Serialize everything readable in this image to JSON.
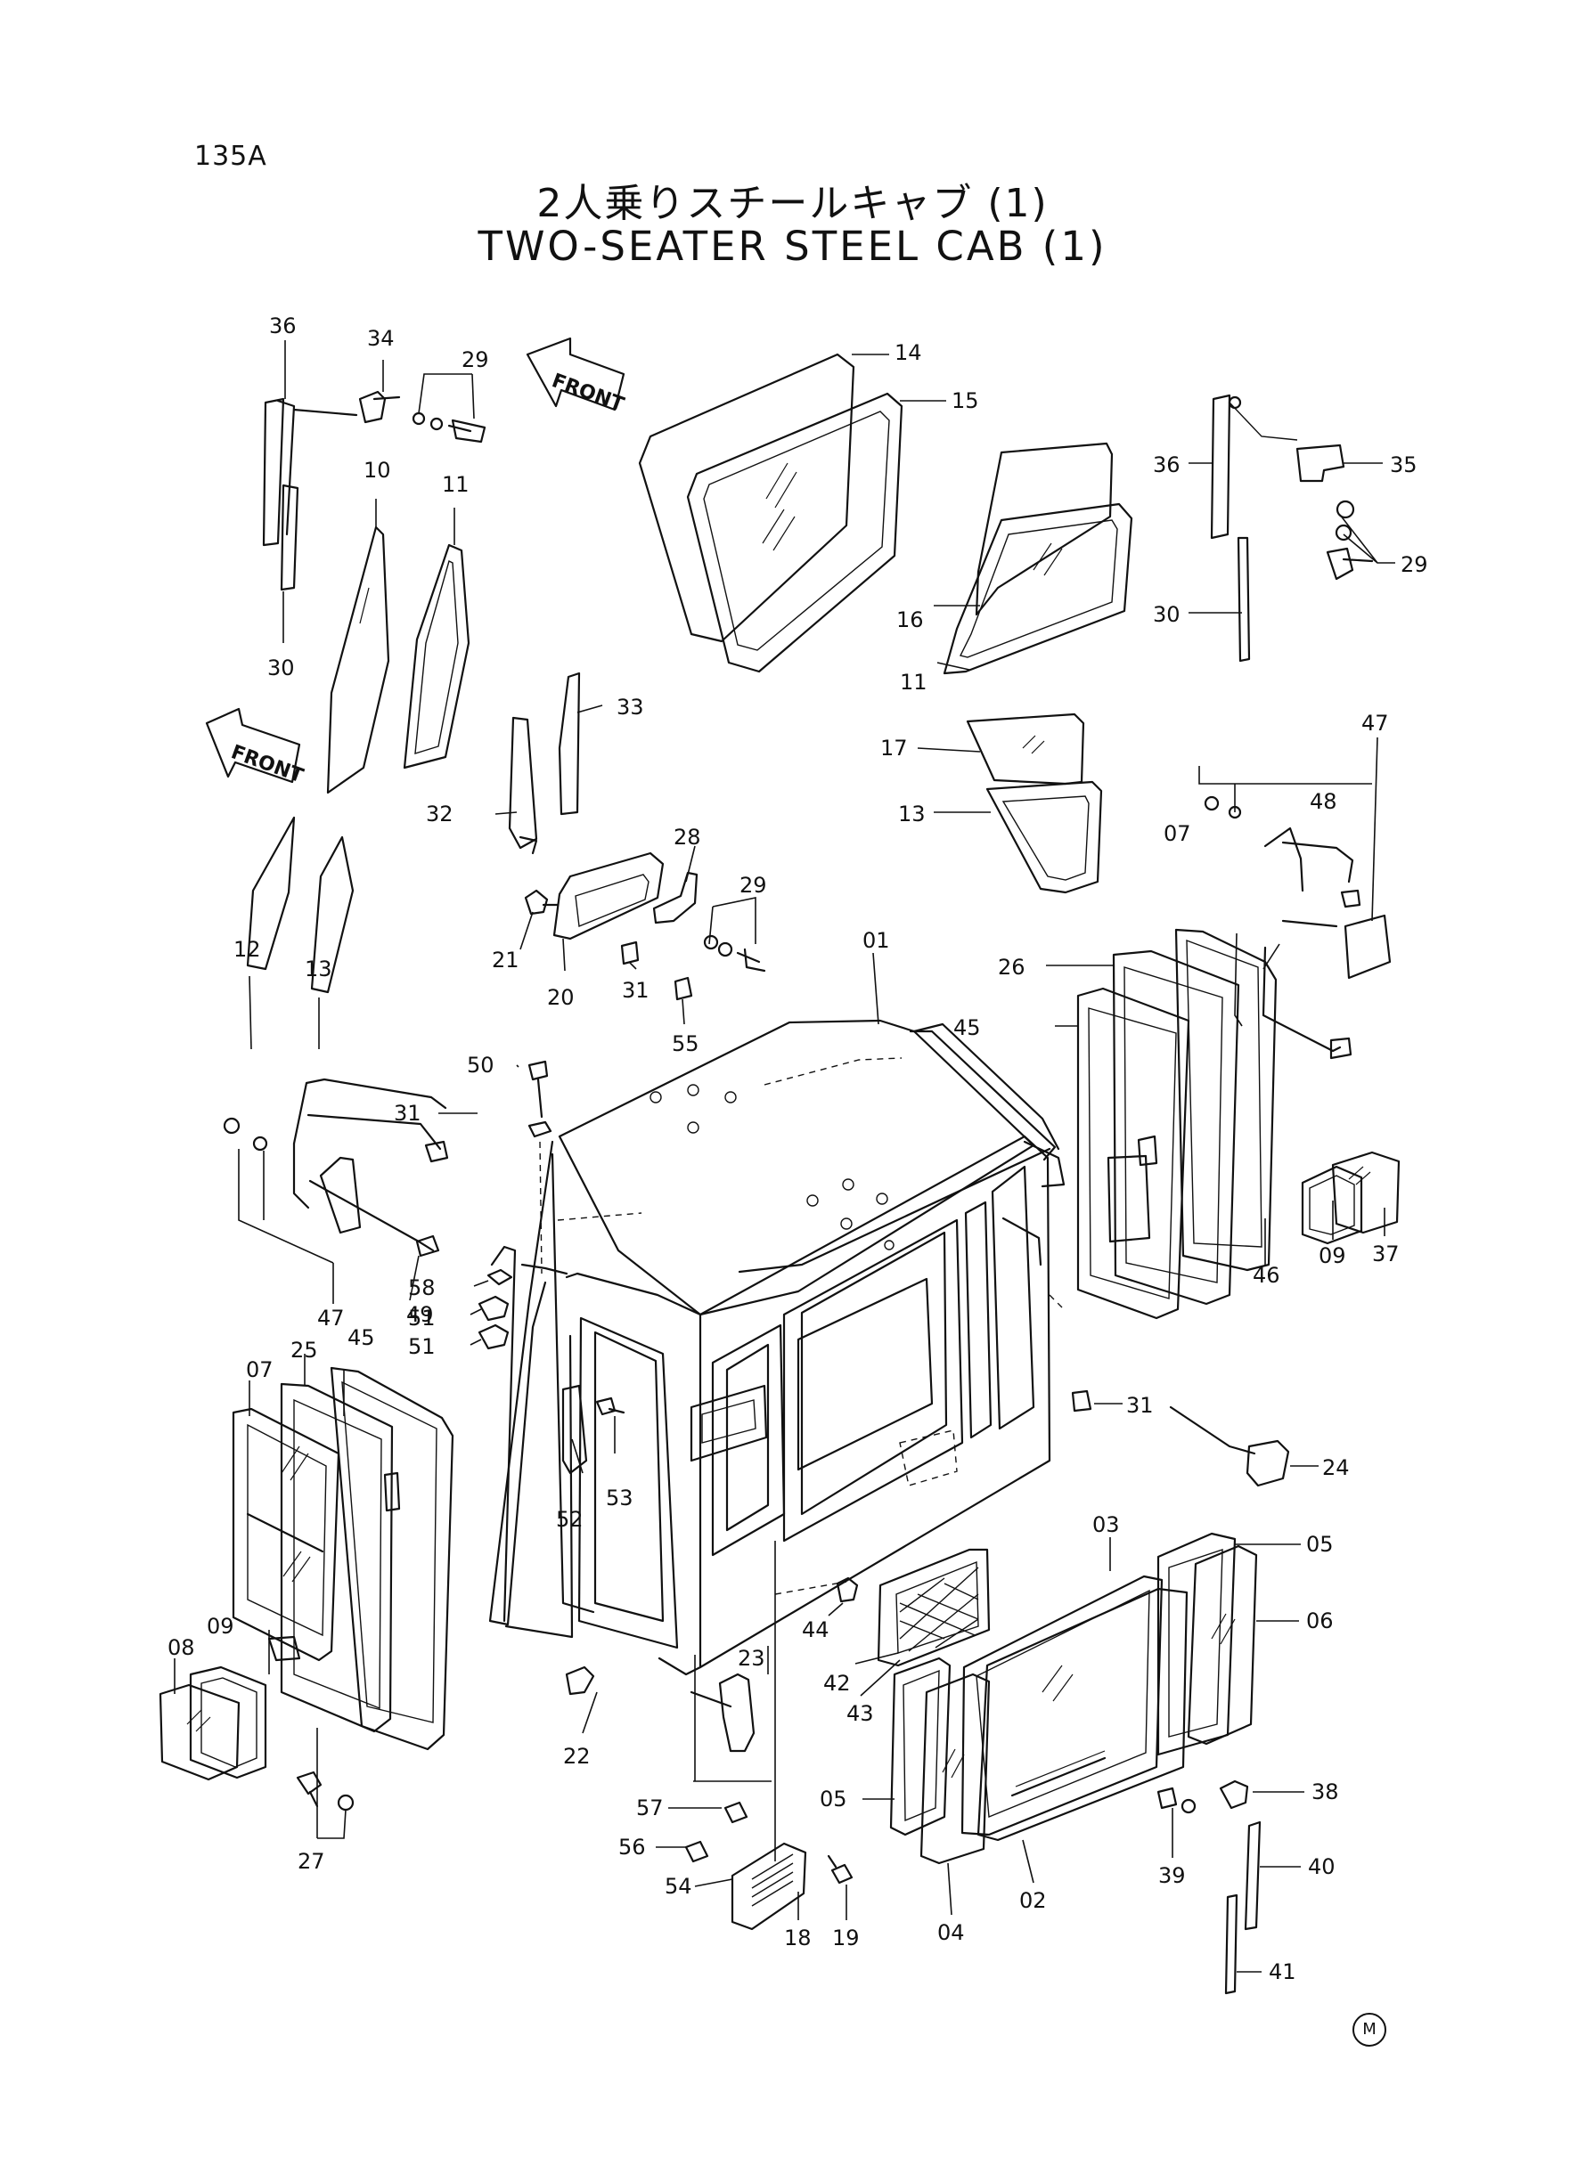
{
  "page_id": "135A",
  "title_jp": "2人乗りスチールキャブ (1)",
  "title_en": "TWO-SEATER STEEL CAB (1)",
  "direction_label": "FRONT",
  "mark": "M",
  "callouts": {
    "c01": "01",
    "c02": "02",
    "c03": "03",
    "c04": "04",
    "c05a": "05",
    "c05b": "05",
    "c06": "06",
    "c07a": "07",
    "c07b": "07",
    "c08": "08",
    "c09a": "09",
    "c09b": "09",
    "c10": "10",
    "c11a": "11",
    "c11b": "11",
    "c12": "12",
    "c13a": "13",
    "c13b": "13",
    "c14": "14",
    "c15": "15",
    "c16": "16",
    "c17": "17",
    "c18": "18",
    "c19": "19",
    "c20": "20",
    "c21": "21",
    "c22": "22",
    "c23": "23",
    "c24": "24",
    "c25": "25",
    "c26": "26",
    "c27": "27",
    "c28": "28",
    "c29a": "29",
    "c29b": "29",
    "c29c": "29",
    "c30a": "30",
    "c30b": "30",
    "c31a": "31",
    "c31b": "31",
    "c31c": "31",
    "c32": "32",
    "c33": "33",
    "c34": "34",
    "c35": "35",
    "c36a": "36",
    "c36b": "36",
    "c37": "37",
    "c38": "38",
    "c39": "39",
    "c40": "40",
    "c41": "41",
    "c42": "42",
    "c43": "43",
    "c44": "44",
    "c45a": "45",
    "c45b": "45",
    "c46": "46",
    "c47a": "47",
    "c47b": "47",
    "c48": "48",
    "c49": "49",
    "c50": "50",
    "c51a": "51",
    "c51b": "51",
    "c52": "52",
    "c53": "53",
    "c54": "54",
    "c55": "55",
    "c56": "56",
    "c57": "57",
    "c58": "58"
  }
}
